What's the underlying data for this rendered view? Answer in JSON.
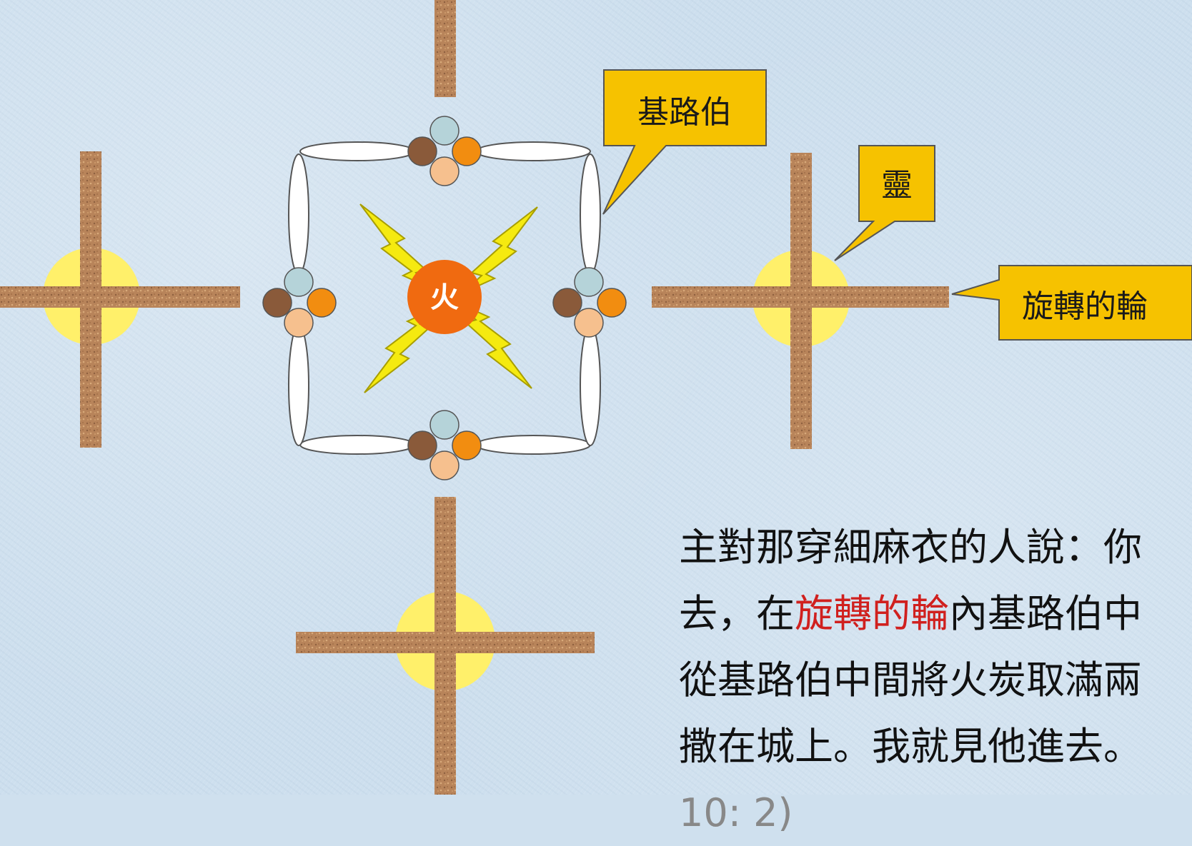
{
  "callouts": {
    "cherubim": "基路伯",
    "spirit": "靈",
    "wheel": "旋轉的輪"
  },
  "center": {
    "fire_label": "火"
  },
  "verse": {
    "line1": "主對那穿細麻衣的人說：你",
    "line2_a": "去，在",
    "line2_highlight": "旋轉的輪",
    "line2_b": "內基路伯中",
    "line3": "從基路伯中間將火炭取滿兩",
    "line4": "撒在城上。我就見他進去。",
    "line5_partial": "10: 2)"
  },
  "colors": {
    "callout_fill": "#f6c200",
    "cross_brown": "#b8845a",
    "glow_yellow": "#fff06a",
    "fire_orange": "#f06a10",
    "lightning": "#f5ea10",
    "highlight_red": "#d0201e",
    "face_blue": "#b5d3d9",
    "face_brown": "#8a5a3a",
    "face_orange": "#f28d10",
    "face_peach": "#f6c08e"
  }
}
